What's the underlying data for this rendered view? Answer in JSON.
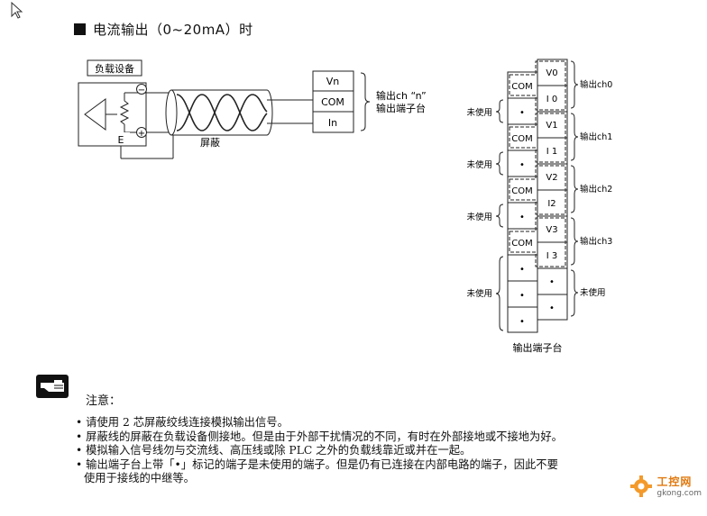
{
  "title": "电流输出（0~20mA）时",
  "wiring": {
    "load_device_label": "负载设备",
    "minus_symbol": "−",
    "plus_symbol": "+",
    "earth_label": "E",
    "shield_label": "屏蔽",
    "terminals": [
      "Vn",
      "COM",
      "In"
    ],
    "terminal_caption_line1": "输出ch “n”",
    "terminal_caption_line2": "输出端子台"
  },
  "terminal_block": {
    "left_cells": [
      "COM",
      "•",
      "COM",
      "•",
      "COM",
      "•",
      "COM",
      "•",
      "•",
      "•"
    ],
    "right_cells": [
      "V0",
      "I 0",
      "V1",
      "I 1",
      "V2",
      "I2",
      "V3",
      "I 3",
      "•",
      "•"
    ],
    "left_labels": [
      "未使用",
      "未使用",
      "未使用",
      "未使用"
    ],
    "right_labels": [
      "输出ch0",
      "输出ch1",
      "输出ch2",
      "输出ch3",
      "未使用"
    ],
    "caption": "输出端子台"
  },
  "note": {
    "title": "注意：",
    "items": [
      "请使用 2 芯屏蔽绞线连接模拟输出信号。",
      "屏蔽线的屏蔽在负载设备侧接地。但是由于外部干扰情况的不同，有时在外部接地或不接地为好。",
      "模拟输入信号线勿与交流线、高压线或除 PLC 之外的负载线靠近或并在一起。",
      "输出端子台上带「•」标记的端子是未使用的端子。但是仍有已连接在内部电路的端子，因此不要"
    ],
    "continuation": "使用于接线的中继等。"
  },
  "watermark": {
    "name": "工控网",
    "url": "gkong.com"
  }
}
